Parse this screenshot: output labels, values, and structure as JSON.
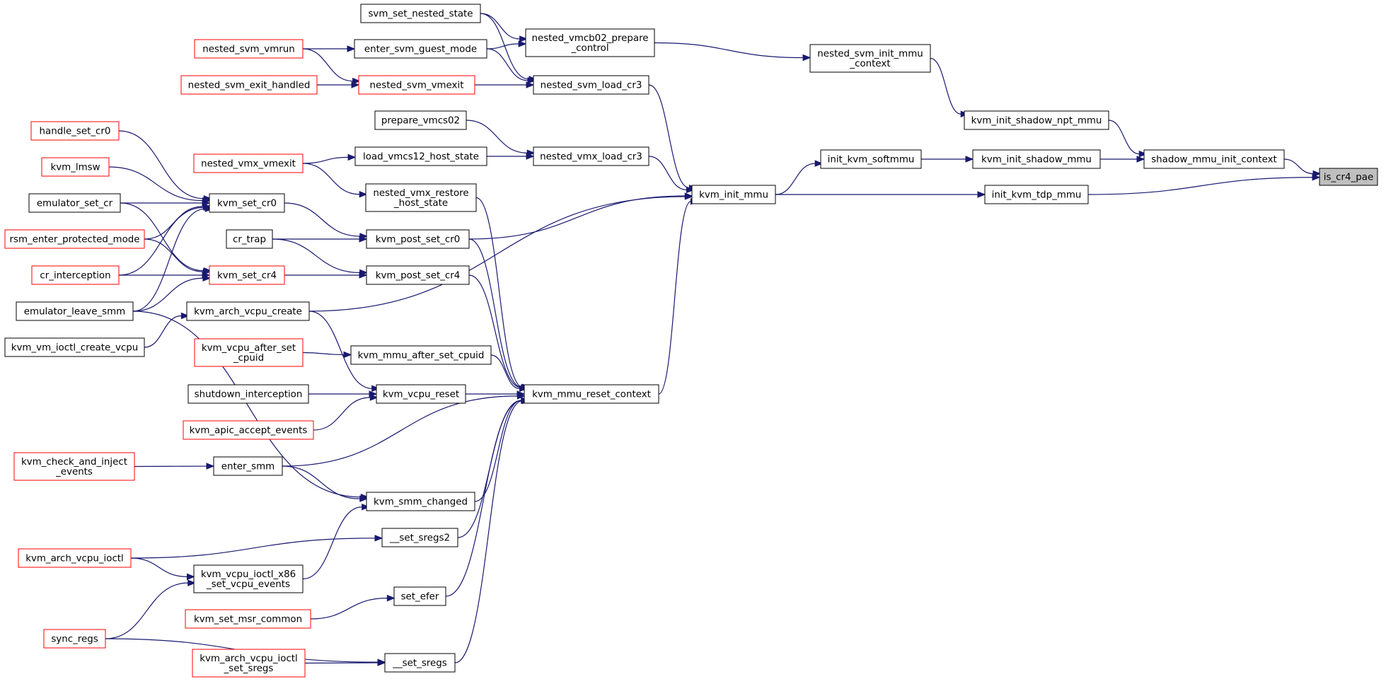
{
  "colors": {
    "edge": "#191970",
    "node_border": "#000000",
    "truncated_border": "#ff0000",
    "target_fill": "#bfbfbf"
  },
  "nodes": [
    {
      "id": "is_cr4_pae",
      "lines": [
        "is_cr4_pae"
      ],
      "style": "target"
    },
    {
      "id": "shadow_mmu_init_context",
      "lines": [
        "shadow_mmu_init_context"
      ],
      "style": "black"
    },
    {
      "id": "init_kvm_tdp_mmu",
      "lines": [
        "init_kvm_tdp_mmu"
      ],
      "style": "black"
    },
    {
      "id": "kvm_init_shadow_npt_mmu",
      "lines": [
        "kvm_init_shadow_npt_mmu"
      ],
      "style": "black"
    },
    {
      "id": "kvm_init_shadow_mmu",
      "lines": [
        "kvm_init_shadow_mmu"
      ],
      "style": "black"
    },
    {
      "id": "nested_svm_init_mmu_context",
      "lines": [
        "nested_svm_init_mmu",
        "_context"
      ],
      "style": "black"
    },
    {
      "id": "init_kvm_softmmu",
      "lines": [
        "init_kvm_softmmu"
      ],
      "style": "black"
    },
    {
      "id": "kvm_init_mmu",
      "lines": [
        "kvm_init_mmu"
      ],
      "style": "black"
    },
    {
      "id": "nested_vmcb02_prepare_control",
      "lines": [
        "nested_vmcb02_prepare",
        "_control"
      ],
      "style": "black"
    },
    {
      "id": "nested_svm_load_cr3",
      "lines": [
        "nested_svm_load_cr3"
      ],
      "style": "black"
    },
    {
      "id": "nested_vmx_load_cr3",
      "lines": [
        "nested_vmx_load_cr3"
      ],
      "style": "black"
    },
    {
      "id": "kvm_post_set_cr0",
      "lines": [
        "kvm_post_set_cr0"
      ],
      "style": "black"
    },
    {
      "id": "kvm_post_set_cr4",
      "lines": [
        "kvm_post_set_cr4"
      ],
      "style": "black"
    },
    {
      "id": "kvm_mmu_reset_context",
      "lines": [
        "kvm_mmu_reset_context"
      ],
      "style": "black"
    },
    {
      "id": "svm_set_nested_state",
      "lines": [
        "svm_set_nested_state"
      ],
      "style": "black"
    },
    {
      "id": "enter_svm_guest_mode",
      "lines": [
        "enter_svm_guest_mode"
      ],
      "style": "black"
    },
    {
      "id": "nested_svm_vmexit",
      "lines": [
        "nested_svm_vmexit"
      ],
      "style": "red"
    },
    {
      "id": "nested_svm_vmrun",
      "lines": [
        "nested_svm_vmrun"
      ],
      "style": "red"
    },
    {
      "id": "nested_svm_exit_handled",
      "lines": [
        "nested_svm_exit_handled"
      ],
      "style": "red"
    },
    {
      "id": "prepare_vmcs02",
      "lines": [
        "prepare_vmcs02"
      ],
      "style": "black"
    },
    {
      "id": "load_vmcs12_host_state",
      "lines": [
        "load_vmcs12_host_state"
      ],
      "style": "black"
    },
    {
      "id": "nested_vmx_vmexit",
      "lines": [
        "nested_vmx_vmexit"
      ],
      "style": "red"
    },
    {
      "id": "nested_vmx_restore_host_state",
      "lines": [
        "nested_vmx_restore",
        "_host_state"
      ],
      "style": "black"
    },
    {
      "id": "kvm_set_cr0",
      "lines": [
        "kvm_set_cr0"
      ],
      "style": "black"
    },
    {
      "id": "cr_trap",
      "lines": [
        "cr_trap"
      ],
      "style": "black"
    },
    {
      "id": "kvm_set_cr4",
      "lines": [
        "kvm_set_cr4"
      ],
      "style": "red"
    },
    {
      "id": "handle_set_cr0",
      "lines": [
        "handle_set_cr0"
      ],
      "style": "red"
    },
    {
      "id": "kvm_lmsw",
      "lines": [
        "kvm_lmsw"
      ],
      "style": "red"
    },
    {
      "id": "emulator_set_cr",
      "lines": [
        "emulator_set_cr"
      ],
      "style": "black"
    },
    {
      "id": "rsm_enter_protected_mode",
      "lines": [
        "rsm_enter_protected_mode"
      ],
      "style": "red"
    },
    {
      "id": "cr_interception",
      "lines": [
        "cr_interception"
      ],
      "style": "red"
    },
    {
      "id": "emulator_leave_smm",
      "lines": [
        "emulator_leave_smm"
      ],
      "style": "black"
    },
    {
      "id": "kvm_arch_vcpu_create",
      "lines": [
        "kvm_arch_vcpu_create"
      ],
      "style": "black"
    },
    {
      "id": "kvm_vm_ioctl_create_vcpu",
      "lines": [
        "kvm_vm_ioctl_create_vcpu"
      ],
      "style": "black"
    },
    {
      "id": "kvm_vcpu_after_set_cpuid",
      "lines": [
        "kvm_vcpu_after_set",
        "_cpuid"
      ],
      "style": "red"
    },
    {
      "id": "kvm_mmu_after_set_cpuid",
      "lines": [
        "kvm_mmu_after_set_cpuid"
      ],
      "style": "black"
    },
    {
      "id": "shutdown_interception",
      "lines": [
        "shutdown_interception"
      ],
      "style": "black"
    },
    {
      "id": "kvm_vcpu_reset",
      "lines": [
        "kvm_vcpu_reset"
      ],
      "style": "black"
    },
    {
      "id": "kvm_apic_accept_events",
      "lines": [
        "kvm_apic_accept_events"
      ],
      "style": "red"
    },
    {
      "id": "kvm_check_and_inject_events",
      "lines": [
        "kvm_check_and_inject",
        "_events"
      ],
      "style": "red"
    },
    {
      "id": "enter_smm",
      "lines": [
        "enter_smm"
      ],
      "style": "black"
    },
    {
      "id": "kvm_smm_changed",
      "lines": [
        "kvm_smm_changed"
      ],
      "style": "black"
    },
    {
      "id": "__set_sregs2",
      "lines": [
        "__set_sregs2"
      ],
      "style": "black"
    },
    {
      "id": "kvm_arch_vcpu_ioctl",
      "lines": [
        "kvm_arch_vcpu_ioctl"
      ],
      "style": "red"
    },
    {
      "id": "kvm_vcpu_ioctl_x86_set_vcpu_events",
      "lines": [
        "kvm_vcpu_ioctl_x86",
        "_set_vcpu_events"
      ],
      "style": "black"
    },
    {
      "id": "set_efer",
      "lines": [
        "set_efer"
      ],
      "style": "black"
    },
    {
      "id": "kvm_set_msr_common",
      "lines": [
        "kvm_set_msr_common"
      ],
      "style": "red"
    },
    {
      "id": "sync_regs",
      "lines": [
        "sync_regs"
      ],
      "style": "red"
    },
    {
      "id": "kvm_arch_vcpu_ioctl_set_sregs",
      "lines": [
        "kvm_arch_vcpu_ioctl",
        "_set_sregs"
      ],
      "style": "red"
    },
    {
      "id": "__set_sregs",
      "lines": [
        "__set_sregs"
      ],
      "style": "black"
    }
  ],
  "edges": [
    {
      "from": "shadow_mmu_init_context",
      "to": "is_cr4_pae"
    },
    {
      "from": "init_kvm_tdp_mmu",
      "to": "is_cr4_pae"
    },
    {
      "from": "kvm_init_shadow_npt_mmu",
      "to": "shadow_mmu_init_context"
    },
    {
      "from": "kvm_init_shadow_mmu",
      "to": "shadow_mmu_init_context"
    },
    {
      "from": "nested_svm_init_mmu_context",
      "to": "kvm_init_shadow_npt_mmu"
    },
    {
      "from": "init_kvm_softmmu",
      "to": "kvm_init_shadow_mmu"
    },
    {
      "from": "kvm_init_mmu",
      "to": "init_kvm_softmmu"
    },
    {
      "from": "kvm_init_mmu",
      "to": "init_kvm_tdp_mmu"
    },
    {
      "from": "nested_vmcb02_prepare_control",
      "to": "nested_svm_init_mmu_context"
    },
    {
      "from": "nested_svm_load_cr3",
      "to": "kvm_init_mmu"
    },
    {
      "from": "nested_vmx_load_cr3",
      "to": "kvm_init_mmu"
    },
    {
      "from": "kvm_post_set_cr0",
      "to": "kvm_init_mmu"
    },
    {
      "from": "kvm_arch_vcpu_create",
      "to": "kvm_init_mmu"
    },
    {
      "from": "kvm_mmu_reset_context",
      "to": "kvm_init_mmu"
    },
    {
      "from": "svm_set_nested_state",
      "to": "nested_vmcb02_prepare_control"
    },
    {
      "from": "enter_svm_guest_mode",
      "to": "nested_vmcb02_prepare_control"
    },
    {
      "from": "svm_set_nested_state",
      "to": "nested_svm_load_cr3"
    },
    {
      "from": "enter_svm_guest_mode",
      "to": "nested_svm_load_cr3"
    },
    {
      "from": "nested_svm_vmexit",
      "to": "nested_svm_load_cr3"
    },
    {
      "from": "nested_svm_vmrun",
      "to": "enter_svm_guest_mode"
    },
    {
      "from": "nested_svm_vmrun",
      "to": "nested_svm_vmexit"
    },
    {
      "from": "nested_svm_exit_handled",
      "to": "nested_svm_vmexit"
    },
    {
      "from": "prepare_vmcs02",
      "to": "nested_vmx_load_cr3"
    },
    {
      "from": "load_vmcs12_host_state",
      "to": "nested_vmx_load_cr3"
    },
    {
      "from": "nested_vmx_vmexit",
      "to": "load_vmcs12_host_state"
    },
    {
      "from": "nested_vmx_vmexit",
      "to": "nested_vmx_restore_host_state"
    },
    {
      "from": "nested_vmx_restore_host_state",
      "to": "kvm_mmu_reset_context"
    },
    {
      "from": "kvm_set_cr0",
      "to": "kvm_post_set_cr0"
    },
    {
      "from": "cr_trap",
      "to": "kvm_post_set_cr0"
    },
    {
      "from": "cr_trap",
      "to": "kvm_post_set_cr4"
    },
    {
      "from": "kvm_set_cr4",
      "to": "kvm_post_set_cr4"
    },
    {
      "from": "rsm_enter_protected_mode",
      "to": "kvm_set_cr4"
    },
    {
      "from": "handle_set_cr0",
      "to": "kvm_set_cr0"
    },
    {
      "from": "kvm_lmsw",
      "to": "kvm_set_cr0"
    },
    {
      "from": "emulator_set_cr",
      "to": "kvm_set_cr0"
    },
    {
      "from": "rsm_enter_protected_mode",
      "to": "kvm_set_cr0"
    },
    {
      "from": "cr_interception",
      "to": "kvm_set_cr0"
    },
    {
      "from": "emulator_leave_smm",
      "to": "kvm_set_cr0"
    },
    {
      "from": "emulator_set_cr",
      "to": "kvm_set_cr4"
    },
    {
      "from": "cr_interception",
      "to": "kvm_set_cr4"
    },
    {
      "from": "emulator_leave_smm",
      "to": "kvm_set_cr4"
    },
    {
      "from": "emulator_leave_smm",
      "to": "kvm_smm_changed"
    },
    {
      "from": "kvm_vm_ioctl_create_vcpu",
      "to": "kvm_arch_vcpu_create"
    },
    {
      "from": "kvm_arch_vcpu_create",
      "to": "kvm_vcpu_reset"
    },
    {
      "from": "kvm_vcpu_after_set_cpuid",
      "to": "kvm_mmu_after_set_cpuid"
    },
    {
      "from": "kvm_mmu_after_set_cpuid",
      "to": "kvm_mmu_reset_context"
    },
    {
      "from": "kvm_post_set_cr0",
      "to": "kvm_mmu_reset_context"
    },
    {
      "from": "kvm_post_set_cr4",
      "to": "kvm_mmu_reset_context"
    },
    {
      "from": "shutdown_interception",
      "to": "kvm_vcpu_reset"
    },
    {
      "from": "kvm_apic_accept_events",
      "to": "kvm_vcpu_reset"
    },
    {
      "from": "kvm_vcpu_reset",
      "to": "kvm_mmu_reset_context"
    },
    {
      "from": "kvm_check_and_inject_events",
      "to": "enter_smm"
    },
    {
      "from": "enter_smm",
      "to": "kvm_smm_changed"
    },
    {
      "from": "enter_smm",
      "to": "kvm_mmu_reset_context"
    },
    {
      "from": "kvm_smm_changed",
      "to": "kvm_mmu_reset_context"
    },
    {
      "from": "kvm_arch_vcpu_ioctl",
      "to": "__set_sregs2"
    },
    {
      "from": "__set_sregs2",
      "to": "kvm_mmu_reset_context"
    },
    {
      "from": "kvm_arch_vcpu_ioctl",
      "to": "kvm_vcpu_ioctl_x86_set_vcpu_events"
    },
    {
      "from": "kvm_vcpu_ioctl_x86_set_vcpu_events",
      "to": "kvm_smm_changed"
    },
    {
      "from": "sync_regs",
      "to": "kvm_vcpu_ioctl_x86_set_vcpu_events"
    },
    {
      "from": "kvm_set_msr_common",
      "to": "set_efer"
    },
    {
      "from": "set_efer",
      "to": "kvm_mmu_reset_context"
    },
    {
      "from": "kvm_arch_vcpu_ioctl_set_sregs",
      "to": "__set_sregs"
    },
    {
      "from": "sync_regs",
      "to": "__set_sregs"
    },
    {
      "from": "__set_sregs",
      "to": "kvm_mmu_reset_context"
    }
  ]
}
